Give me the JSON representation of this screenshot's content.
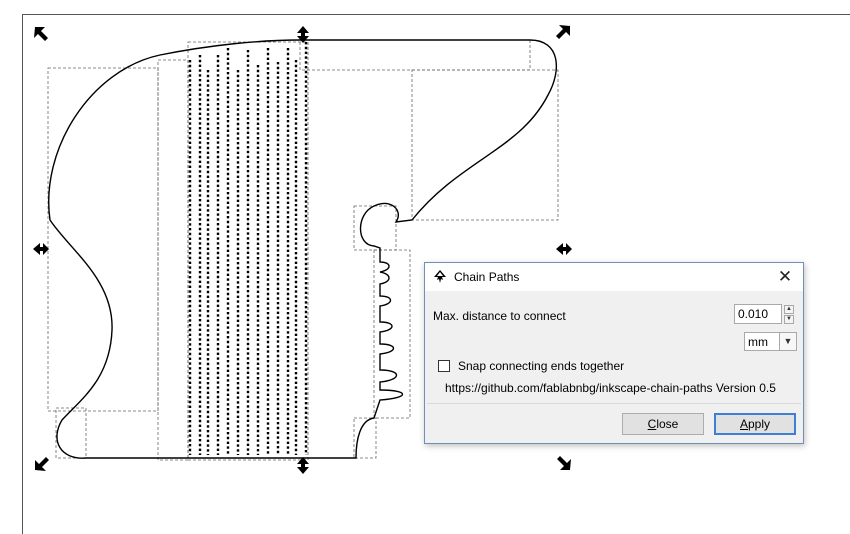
{
  "dialog": {
    "title": "Chain Paths",
    "close_glyph": "✕",
    "max_distance_label": "Max. distance to connect",
    "max_distance_value": "0.010",
    "unit_value": "mm",
    "snap_label": "Snap connecting ends together",
    "snap_checked": false,
    "url_version": "https://github.com/fablabnbg/inkscape-chain-paths Version 0.5",
    "close_button": {
      "first": "C",
      "rest": "lose"
    },
    "apply_button": {
      "first": "A",
      "rest": "pply"
    }
  },
  "icons": {
    "spin_up": "▲",
    "spin_down": "▼",
    "dropdown": "▼"
  }
}
